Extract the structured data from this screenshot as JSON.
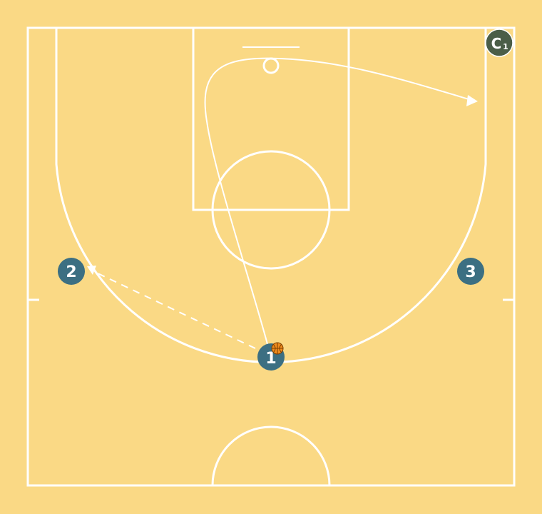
{
  "court": {
    "background": "#fad985",
    "line_color": "#ffffff"
  },
  "players": [
    {
      "id": "p1",
      "label": "1",
      "color": "#3c6f82",
      "has_ball": true
    },
    {
      "id": "p2",
      "label": "2",
      "color": "#3c6f82",
      "has_ball": false
    },
    {
      "id": "p3",
      "label": "3",
      "color": "#3c6f82",
      "has_ball": false
    }
  ],
  "coach": {
    "label": "C",
    "subscript": "1",
    "color": "#4b5e48"
  },
  "ball": {
    "color": "#f08c1e",
    "icon": "basketball-icon"
  },
  "actions": [
    {
      "type": "cut",
      "from": "1",
      "style": "solid",
      "arrow": true
    },
    {
      "type": "pass",
      "from": "1",
      "to": "2",
      "style": "dashed",
      "arrow": true
    }
  ]
}
